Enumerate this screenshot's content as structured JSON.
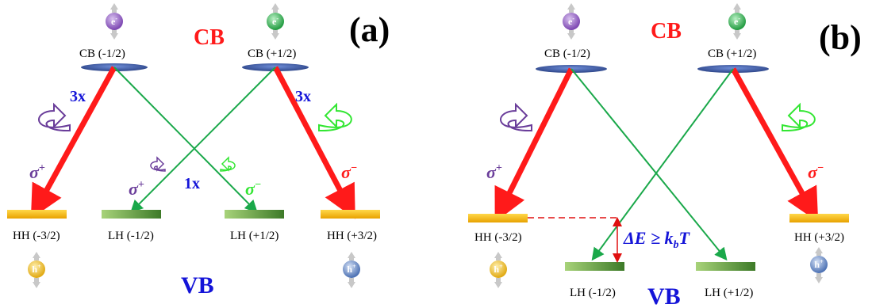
{
  "colors": {
    "red": "#ff1a1a",
    "green": "#1aa84a",
    "blue": "#1414d8",
    "purple": "#6a3d9a",
    "light_green": "#33e633",
    "cb_level": "#3f5aa8",
    "hh_level": "#f5b800",
    "lh_level": "#5c9a3a",
    "electron_purple": "#8e5bbf",
    "electron_green": "#2ea84a",
    "hole_yellow": "#f2c030",
    "hole_blue": "#5d7fbf"
  },
  "panel_a": {
    "label": "(a)",
    "cb_text": "CB",
    "vb_text": "VB",
    "cb_left": "CB (-1/2)",
    "cb_right": "CB (+1/2)",
    "hh_left": "HH (-3/2)",
    "lh_left": "LH (-1/2)",
    "lh_right": "LH (+1/2)",
    "hh_right": "HH (+3/2)",
    "strong_left": "3x",
    "strong_right": "3x",
    "weak": "1x",
    "sigma_plus_outer": "σ",
    "sigma_plus_outer_sup": "+",
    "sigma_plus_inner": "σ",
    "sigma_plus_inner_sup": "+",
    "sigma_minus_inner": "σ",
    "sigma_minus_inner_sup": "−",
    "sigma_minus_outer": "σ",
    "sigma_minus_outer_sup": "−",
    "electron_symbol": "e",
    "electron_sup": "-",
    "hole_symbol": "h",
    "hole_sup": "+"
  },
  "panel_b": {
    "label": "(b)",
    "cb_text": "CB",
    "vb_text": "VB",
    "cb_left": "CB (-1/2)",
    "cb_right": "CB (+1/2)",
    "hh_left": "HH (-3/2)",
    "lh_left": "LH (-1/2)",
    "lh_right": "LH (+1/2)",
    "hh_right": "HH (+3/2)",
    "sigma_plus": "σ",
    "sigma_plus_sup": "+",
    "sigma_minus": "σ",
    "sigma_minus_sup": "−",
    "delta_e": "ΔE ≥ k",
    "delta_e_sub": "b",
    "delta_e_end": "T",
    "electron_symbol": "e",
    "electron_sup": "-",
    "hole_symbol": "h",
    "hole_sup": "+"
  }
}
